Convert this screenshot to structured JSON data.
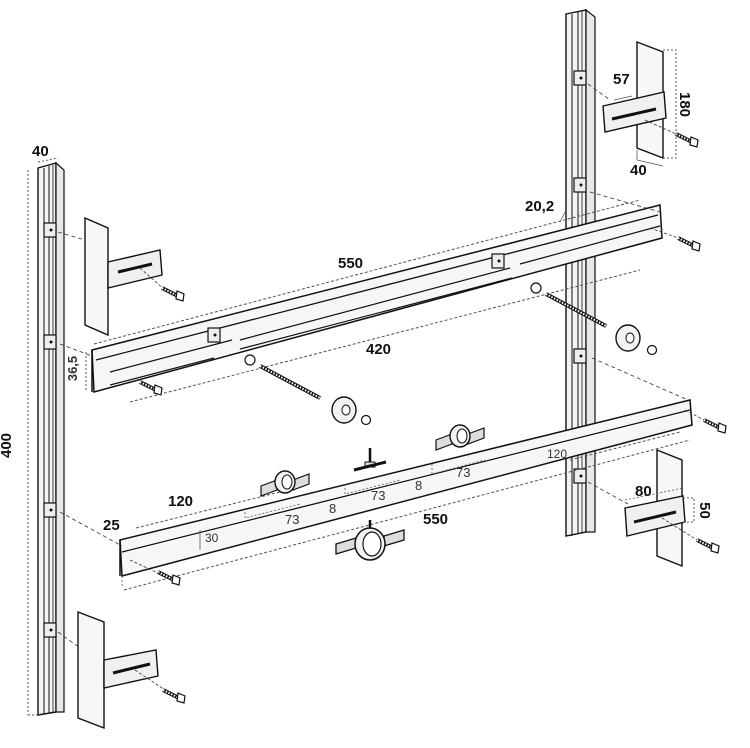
{
  "diagram": {
    "type": "exploded-assembly-drawing",
    "subject": "Wall-mounted rail support system with adjustable brackets, sliding cross rails, threaded rod with damper and pipe clamps",
    "colors": {
      "line": "#111111",
      "fill": "#f2f2f2",
      "dim_line": "#555555",
      "background": "#ffffff"
    },
    "dimensions": {
      "upright_width": "40",
      "upright_height": "400",
      "rail_profile_height": "36,5",
      "upper_rail_length": "550",
      "upper_rail_inner_length": "420",
      "upper_rail_groove": "20,2",
      "bracket_top_arm": "57",
      "bracket_top_height": "180",
      "bracket_top_plate_width": "40",
      "lower_rail_left_offset": "120",
      "lower_rail_end_width": "25",
      "lower_rail_height": "30",
      "clamp_pitch_1": "73",
      "clamp_gap_1": "8",
      "clamp_pitch_center": "73",
      "clamp_gap_2": "8",
      "clamp_pitch_2": "73",
      "lower_rail_length": "550",
      "lower_rail_right_offset": "120",
      "bracket_bottom_arm": "80",
      "bracket_bottom_height": "50"
    },
    "components": [
      {
        "name": "left-upright-channel"
      },
      {
        "name": "right-upright-channel"
      },
      {
        "name": "wall-bracket-left-upper"
      },
      {
        "name": "wall-bracket-left-lower"
      },
      {
        "name": "wall-bracket-right-upper"
      },
      {
        "name": "wall-bracket-right-lower"
      },
      {
        "name": "upper-telescopic-rail"
      },
      {
        "name": "lower-clamp-rail"
      },
      {
        "name": "threaded-rod-with-damper"
      },
      {
        "name": "pipe-clamp"
      },
      {
        "name": "screw"
      },
      {
        "name": "slide-nut"
      }
    ]
  }
}
